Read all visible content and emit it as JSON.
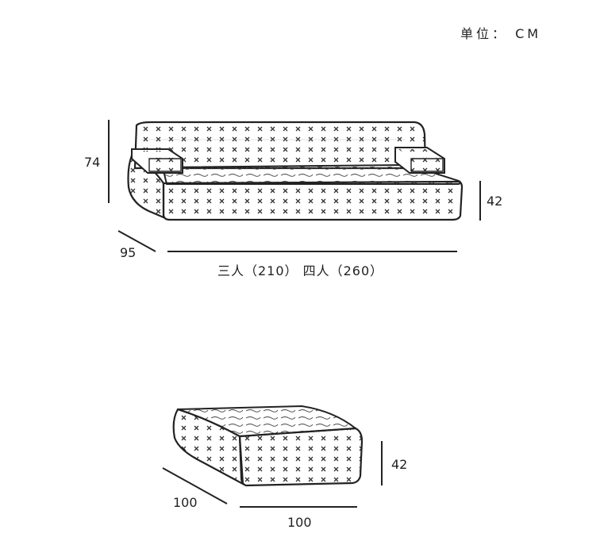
{
  "unit_label": "单位： CM",
  "sofa": {
    "height": "74",
    "seat_height": "42",
    "depth": "95",
    "width_label": "三人（210）  四人（260）"
  },
  "ottoman": {
    "height": "42",
    "depth": "100",
    "width": "100"
  }
}
